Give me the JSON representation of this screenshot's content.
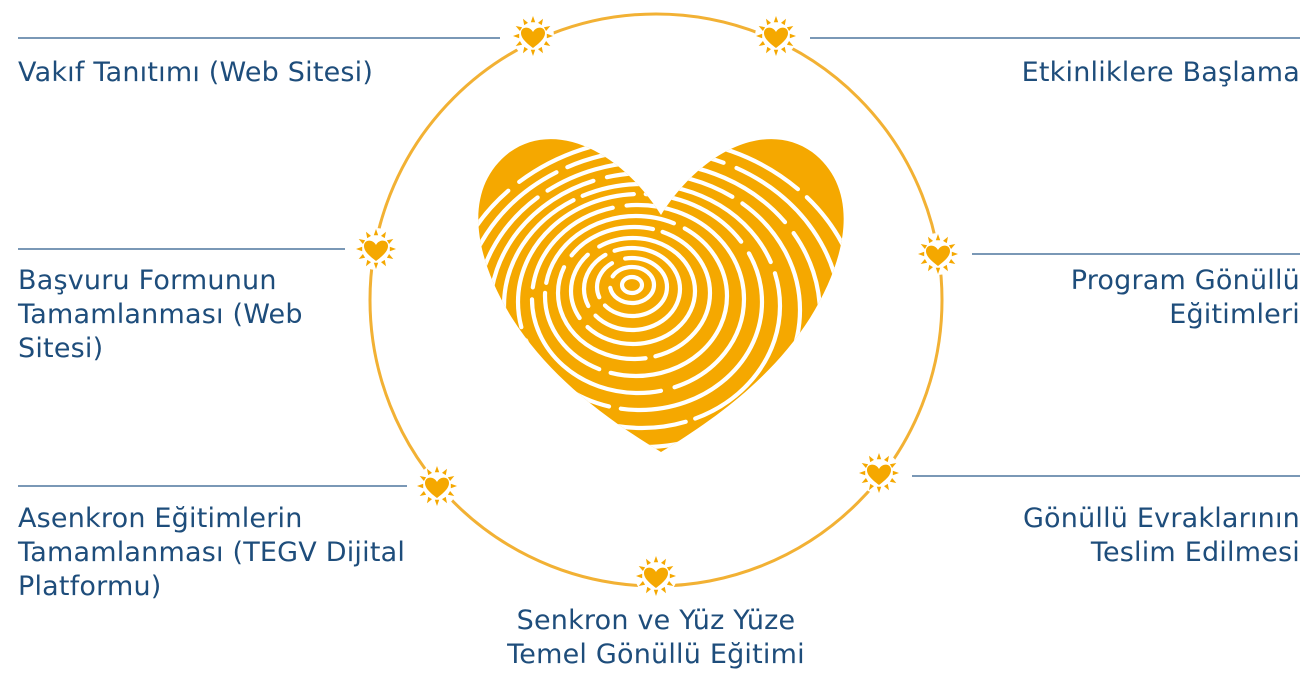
{
  "colors": {
    "circle": "#f2b134",
    "accent": "#f5a800",
    "text": "#1e4d7b",
    "divider": "#2a5a8a"
  },
  "center_icon": "fingerprint-heart-icon",
  "step_icon": "sun-heart-icon",
  "steps": {
    "s1": {
      "lines": [
        "Vakıf Tanıtımı (Web Sitesi)"
      ]
    },
    "s2": {
      "lines": [
        "Etkinliklere Başlama"
      ]
    },
    "s3": {
      "lines": [
        "Başvuru Formunun",
        "Tamamlanması (Web",
        "Sitesi)"
      ]
    },
    "s4": {
      "lines": [
        "Program Gönüllü",
        "Eğitimleri"
      ]
    },
    "s5": {
      "lines": [
        "Asenkron Eğitimlerin",
        "Tamamlanması (TEGV Dijital",
        "Platformu)"
      ]
    },
    "s6": {
      "lines": [
        "Gönüllü Evraklarının",
        "Teslim Edilmesi"
      ]
    },
    "s7": {
      "lines": [
        "Senkron ve Yüz Yüze",
        "Temel Gönüllü Eğitimi"
      ]
    }
  }
}
